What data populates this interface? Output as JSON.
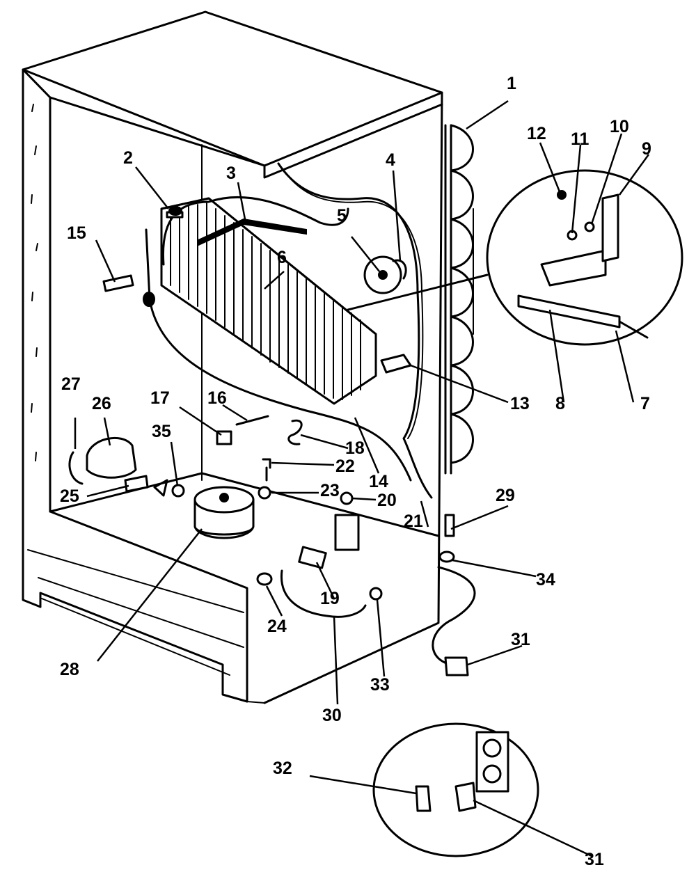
{
  "diagram": {
    "callouts": {
      "c1": "1",
      "c2": "2",
      "c3": "3",
      "c4": "4",
      "c5": "5",
      "c6": "6",
      "c7": "7",
      "c8": "8",
      "c9": "9",
      "c10": "10",
      "c11": "11",
      "c12": "12",
      "c13": "13",
      "c14": "14",
      "c15": "15",
      "c16": "16",
      "c17": "17",
      "c18": "18",
      "c19": "19",
      "c20": "20",
      "c21": "21",
      "c22": "22",
      "c23": "23",
      "c24": "24",
      "c25": "25",
      "c26": "26",
      "c27": "27",
      "c28": "28",
      "c29": "29",
      "c30": "30",
      "c31a": "31",
      "c31b": "31",
      "c32": "32",
      "c33": "33",
      "c34": "34",
      "c35": "35"
    }
  }
}
